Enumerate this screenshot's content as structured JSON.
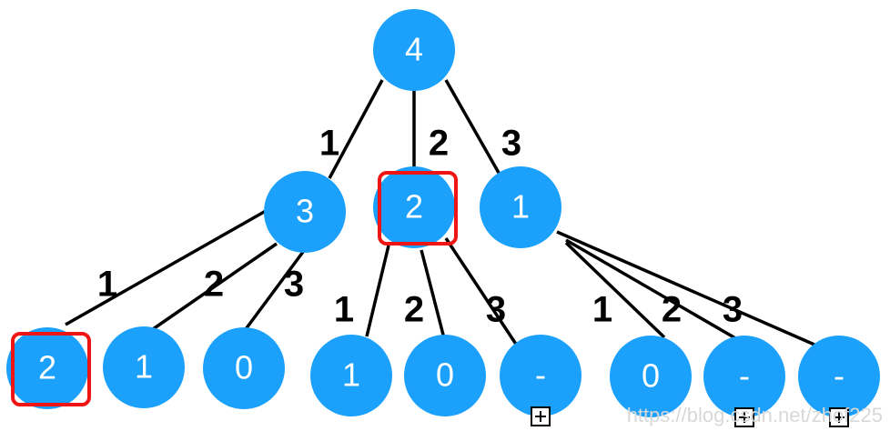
{
  "colors": {
    "node": "#1ba1fb",
    "edge": "#000000",
    "highlight": "#f01515",
    "node_text": "#ffffff"
  },
  "nodes": [
    {
      "id": "root",
      "label": "4"
    },
    {
      "id": "l1a",
      "label": "3"
    },
    {
      "id": "l1b",
      "label": "2",
      "highlight": true
    },
    {
      "id": "l1c",
      "label": "1"
    },
    {
      "id": "l2a",
      "label": "2",
      "highlight": true
    },
    {
      "id": "l2b",
      "label": "1"
    },
    {
      "id": "l2c",
      "label": "0"
    },
    {
      "id": "l2d",
      "label": "1"
    },
    {
      "id": "l2e",
      "label": "0"
    },
    {
      "id": "l2f",
      "label": "-",
      "expand": true
    },
    {
      "id": "l2g",
      "label": "0"
    },
    {
      "id": "l2h",
      "label": "-",
      "expand": true
    },
    {
      "id": "l2i",
      "label": "-",
      "expand": true
    }
  ],
  "edges": [
    {
      "from": "root",
      "to": "l1a",
      "label": "1"
    },
    {
      "from": "root",
      "to": "l1b",
      "label": "2"
    },
    {
      "from": "root",
      "to": "l1c",
      "label": "3"
    },
    {
      "from": "l1a",
      "to": "l2a",
      "label": "1"
    },
    {
      "from": "l1a",
      "to": "l2b",
      "label": "2"
    },
    {
      "from": "l1a",
      "to": "l2c",
      "label": "3"
    },
    {
      "from": "l1b",
      "to": "l2d",
      "label": "1"
    },
    {
      "from": "l1b",
      "to": "l2e",
      "label": "2"
    },
    {
      "from": "l1b",
      "to": "l2f",
      "label": "3"
    },
    {
      "from": "l1c",
      "to": "l2g",
      "label": "1"
    },
    {
      "from": "l1c",
      "to": "l2h",
      "label": "2"
    },
    {
      "from": "l1c",
      "to": "l2i",
      "label": "3"
    }
  ],
  "watermark": "https://blog.csdn.net/zhof225"
}
